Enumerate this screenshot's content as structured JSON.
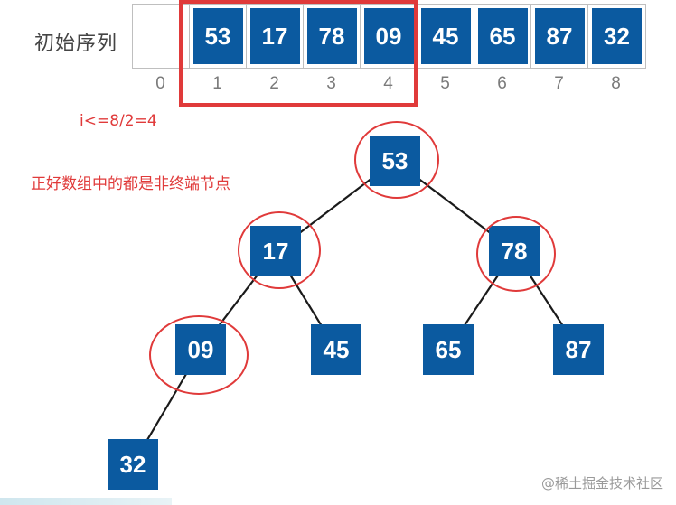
{
  "sequence_label": "初始序列",
  "array": {
    "cells": [
      {
        "index": "0",
        "value": ""
      },
      {
        "index": "1",
        "value": "53"
      },
      {
        "index": "2",
        "value": "17"
      },
      {
        "index": "3",
        "value": "78"
      },
      {
        "index": "4",
        "value": "09"
      },
      {
        "index": "5",
        "value": "45"
      },
      {
        "index": "6",
        "value": "65"
      },
      {
        "index": "7",
        "value": "87"
      },
      {
        "index": "8",
        "value": "32"
      }
    ],
    "highlighted_range": [
      1,
      4
    ]
  },
  "notes": {
    "condition": "i<=8/2=4",
    "description": "正好数组中的都是非终端节点"
  },
  "tree": {
    "nodes": [
      {
        "id": "n1",
        "value": "53",
        "circled": true
      },
      {
        "id": "n2",
        "value": "17",
        "circled": true
      },
      {
        "id": "n3",
        "value": "78",
        "circled": true
      },
      {
        "id": "n4",
        "value": "09",
        "circled": true
      },
      {
        "id": "n5",
        "value": "45",
        "circled": false
      },
      {
        "id": "n6",
        "value": "65",
        "circled": false
      },
      {
        "id": "n7",
        "value": "87",
        "circled": false
      },
      {
        "id": "n8",
        "value": "32",
        "circled": false
      }
    ],
    "edges": [
      [
        "n1",
        "n2"
      ],
      [
        "n1",
        "n3"
      ],
      [
        "n2",
        "n4"
      ],
      [
        "n2",
        "n5"
      ],
      [
        "n3",
        "n6"
      ],
      [
        "n3",
        "n7"
      ],
      [
        "n4",
        "n8"
      ]
    ]
  },
  "colors": {
    "node_fill": "#0b5aa0",
    "node_text": "#ffffff",
    "highlight": "#e03a3a",
    "edge": "#1a1a1a"
  },
  "watermark": "@稀土掘金技术社区"
}
